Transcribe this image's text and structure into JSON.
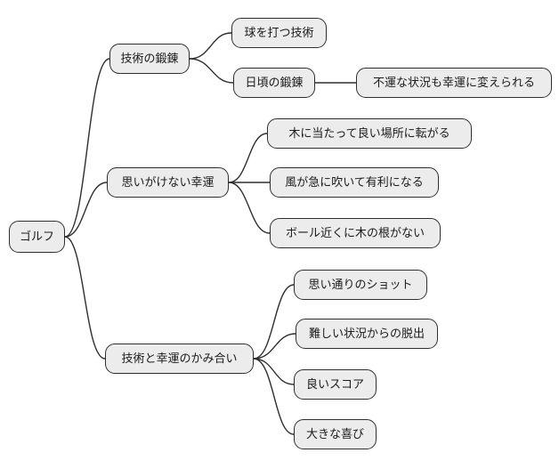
{
  "mind": {
    "root": {
      "label": "ゴルフ"
    },
    "branches": [
      {
        "label": "技術の鍛錬",
        "children": [
          {
            "label": "球を打つ技術"
          },
          {
            "label": "日頃の鍛錬",
            "children": [
              {
                "label": "不運な状況も幸運に変えられる"
              }
            ]
          }
        ]
      },
      {
        "label": "思いがけない幸運",
        "children": [
          {
            "label": "木に当たって良い場所に転がる"
          },
          {
            "label": "風が急に吹いて有利になる"
          },
          {
            "label": "ボール近くに木の根がない"
          }
        ]
      },
      {
        "label": "技術と幸運のかみ合い",
        "children": [
          {
            "label": "思い通りのショット"
          },
          {
            "label": "難しい状況からの脱出"
          },
          {
            "label": "良いスコア"
          },
          {
            "label": "大きな喜び"
          }
        ]
      }
    ],
    "colors": {
      "node_fill": "#ececec",
      "node_border": "#2f2f2f",
      "connector": "#2f2f2f"
    }
  }
}
